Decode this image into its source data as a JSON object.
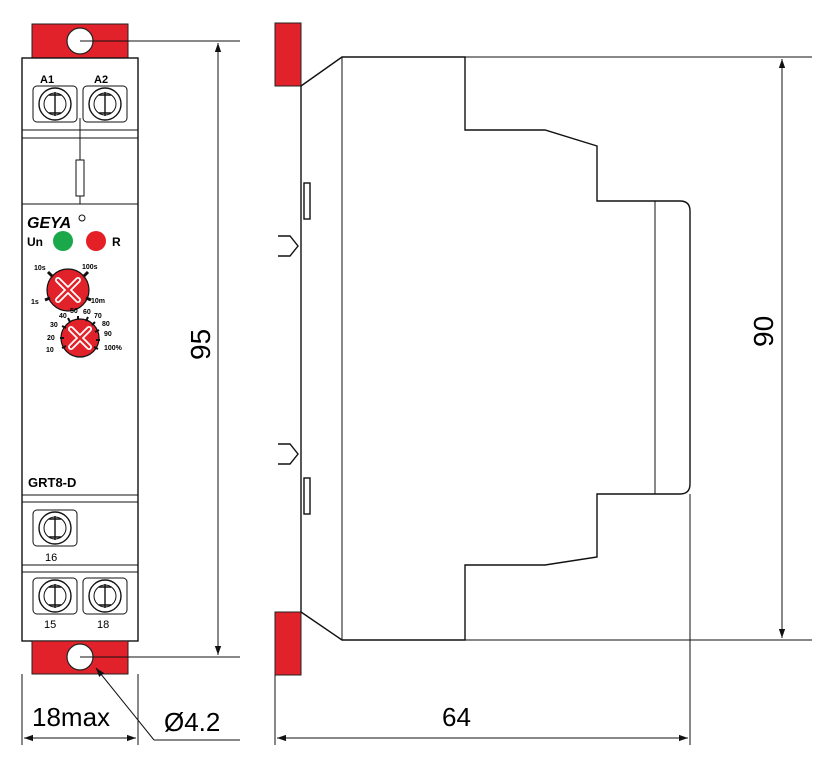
{
  "brand": {
    "name": "GEYA"
  },
  "front": {
    "terminals_top": [
      "A1",
      "A2"
    ],
    "indicators": [
      "Un",
      "R"
    ],
    "time_dial": [
      "10s",
      "100s",
      "1s",
      "10m"
    ],
    "percent_dial": [
      "10",
      "20",
      "30",
      "40",
      "50",
      "60",
      "70",
      "80",
      "90",
      "100%"
    ],
    "model": "GRT8-D",
    "terminal_mid": "16",
    "terminals_bottom": [
      "15",
      "18"
    ]
  },
  "dimensions": {
    "height_front": "95",
    "height_side": "90",
    "width_front": "18max",
    "hole": "Ø4.2",
    "depth": "64"
  },
  "colors": {
    "clip": "#e2222a",
    "led_green": "#1aa84a",
    "led_red": "#e41f26",
    "dial": "#e2222a"
  }
}
